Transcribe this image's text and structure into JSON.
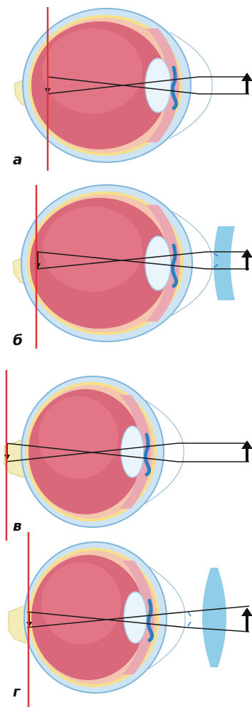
{
  "panels": [
    {
      "id": "a",
      "label": "а",
      "lens": "none"
    },
    {
      "id": "b",
      "label": "б",
      "lens": "concave"
    },
    {
      "id": "v",
      "label": "в",
      "lens": "none"
    },
    {
      "id": "g",
      "label": "г",
      "lens": "convex"
    }
  ],
  "colors": {
    "sclera": "#cfe4f3",
    "sclera_edge": "#7fb6dc",
    "vitreous": "#d9687a",
    "vitreous_light": "#ef9aa6",
    "retina_band": "#f4c6b0",
    "retina_yellow": "#f6e08c",
    "lens": "#eaf4fb",
    "iris_blue": "#2a7fc2",
    "optic_nerve": "#f3ecb8",
    "cornea": "#e8f2f8",
    "focal_line": "#e0343b",
    "rays": "#1a1a1a",
    "corrective_lens": "#8fcde9"
  }
}
